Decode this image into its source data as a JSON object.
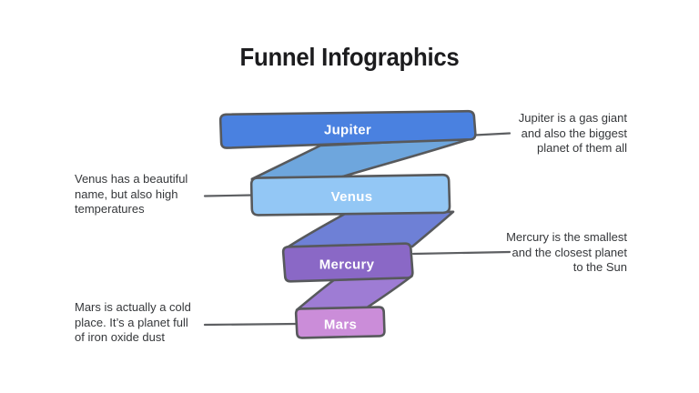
{
  "title": "Funnel Infographics",
  "funnel": {
    "outline_color": "#57595c",
    "connector_color": "#5d5f62",
    "label_color": "#ffffff",
    "stages": [
      {
        "label": "Jupiter",
        "bar_color": "#4a81e0",
        "note": "Jupiter is a gas giant\nand also the biggest\nplanet of them all",
        "note_side": "right"
      },
      {
        "label": "Venus",
        "bar_color": "#93c7f5",
        "note": "Venus has a beautiful\nname, but also high\ntemperatures",
        "note_side": "left"
      },
      {
        "label": "Mercury",
        "bar_color": "#8a68c6",
        "note": "Mercury is the smallest\nand the closest planet\nto the Sun",
        "note_side": "right"
      },
      {
        "label": "Mars",
        "bar_color": "#cb8dd9",
        "note": "Mars is actually a cold\nplace. It’s a planet full\nof iron oxide dust",
        "note_side": "left"
      }
    ],
    "ribbons": [
      {
        "from": "Jupiter",
        "to": "Venus",
        "color": "#6ea6dd"
      },
      {
        "from": "Venus",
        "to": "Mercury",
        "color": "#6e80d6"
      },
      {
        "from": "Mercury",
        "to": "Mars",
        "color": "#9e7cd4"
      }
    ]
  }
}
